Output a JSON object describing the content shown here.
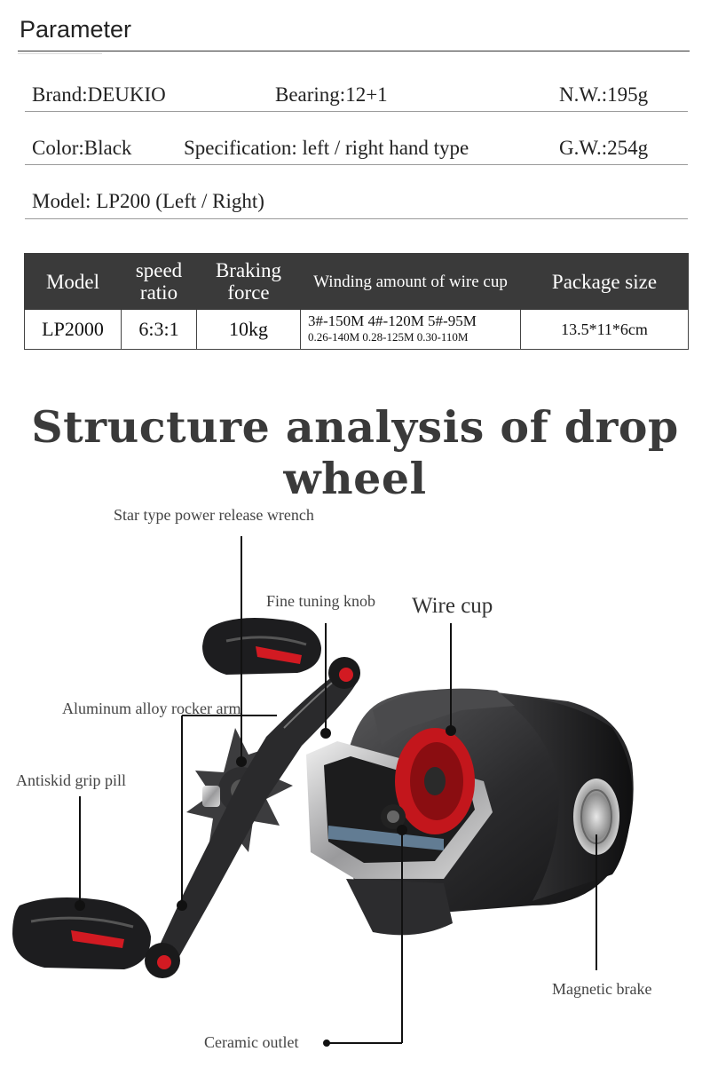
{
  "parameter": {
    "title": "Parameter",
    "brand": "Brand:DEUKIO",
    "bearing": "Bearing:12+1",
    "nw": "N.W.:195g",
    "color": "Color:Black",
    "specification": "Specification: left / right hand type",
    "gw": "G.W.:254g",
    "model": "Model: LP200 (Left / Right)"
  },
  "spec_table": {
    "headers": [
      "Model",
      "speed ratio",
      "Braking force",
      "Winding amount of wire cup",
      "Package size"
    ],
    "row": {
      "model": "LP2000",
      "speed_ratio": "6:3:1",
      "braking_force": "10kg",
      "winding_line1": "3#-150M 4#-120M 5#-95M",
      "winding_line2": "0.26-140M 0.28-125M 0.30-110M",
      "package_size": "13.5*11*6cm"
    }
  },
  "structure": {
    "title": "Structure analysis of drop wheel",
    "labels": {
      "star": "Star type power release wrench",
      "fine_tuning": "Fine tuning knob",
      "wire_cup": "Wire cup",
      "rocker_arm": "Aluminum alloy rocker arm",
      "grip": "Antiskid grip pill",
      "magnetic": "Magnetic brake",
      "ceramic": "Ceramic outlet"
    }
  }
}
